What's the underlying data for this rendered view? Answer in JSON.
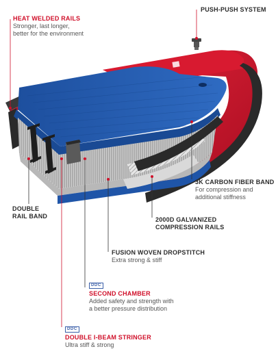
{
  "labels": {
    "heat_welded_rails": {
      "title": "HEAT WELDED RAILS",
      "desc": [
        "Stronger, last longer,",
        "better for the environment"
      ]
    },
    "push_push": {
      "title": "PUSH-PUSH SYSTEM"
    },
    "carbon_band": {
      "title": "3K CARBON FIBER BAND",
      "desc": [
        "For compression and",
        "additional stiffness"
      ]
    },
    "galvanized": {
      "title": [
        "2000D GALVANIZED",
        "COMPRESSION RAILS"
      ]
    },
    "double_rail": {
      "title": [
        "DOUBLE",
        "RAIL BAND"
      ]
    },
    "fusion": {
      "title": "FUSION WOVEN DROPSTITCH",
      "desc": [
        "Extra strong & stiff"
      ]
    },
    "second_chamber": {
      "badge": "DDC",
      "title": "SECOND CHAMBER",
      "desc": [
        "Added safety and strength with",
        "a better pressure distribution"
      ]
    },
    "i_beam": {
      "badge": "DDC",
      "title": "DOUBLE I-BEAM STRINGER",
      "desc": [
        "Ultra stiff & strong"
      ]
    }
  },
  "colors": {
    "red": "#d0102a",
    "blue": "#1f55a8",
    "dark_rail": "#2a2a2a",
    "leader_red": "#d0102a",
    "leader_dark": "#333333"
  }
}
